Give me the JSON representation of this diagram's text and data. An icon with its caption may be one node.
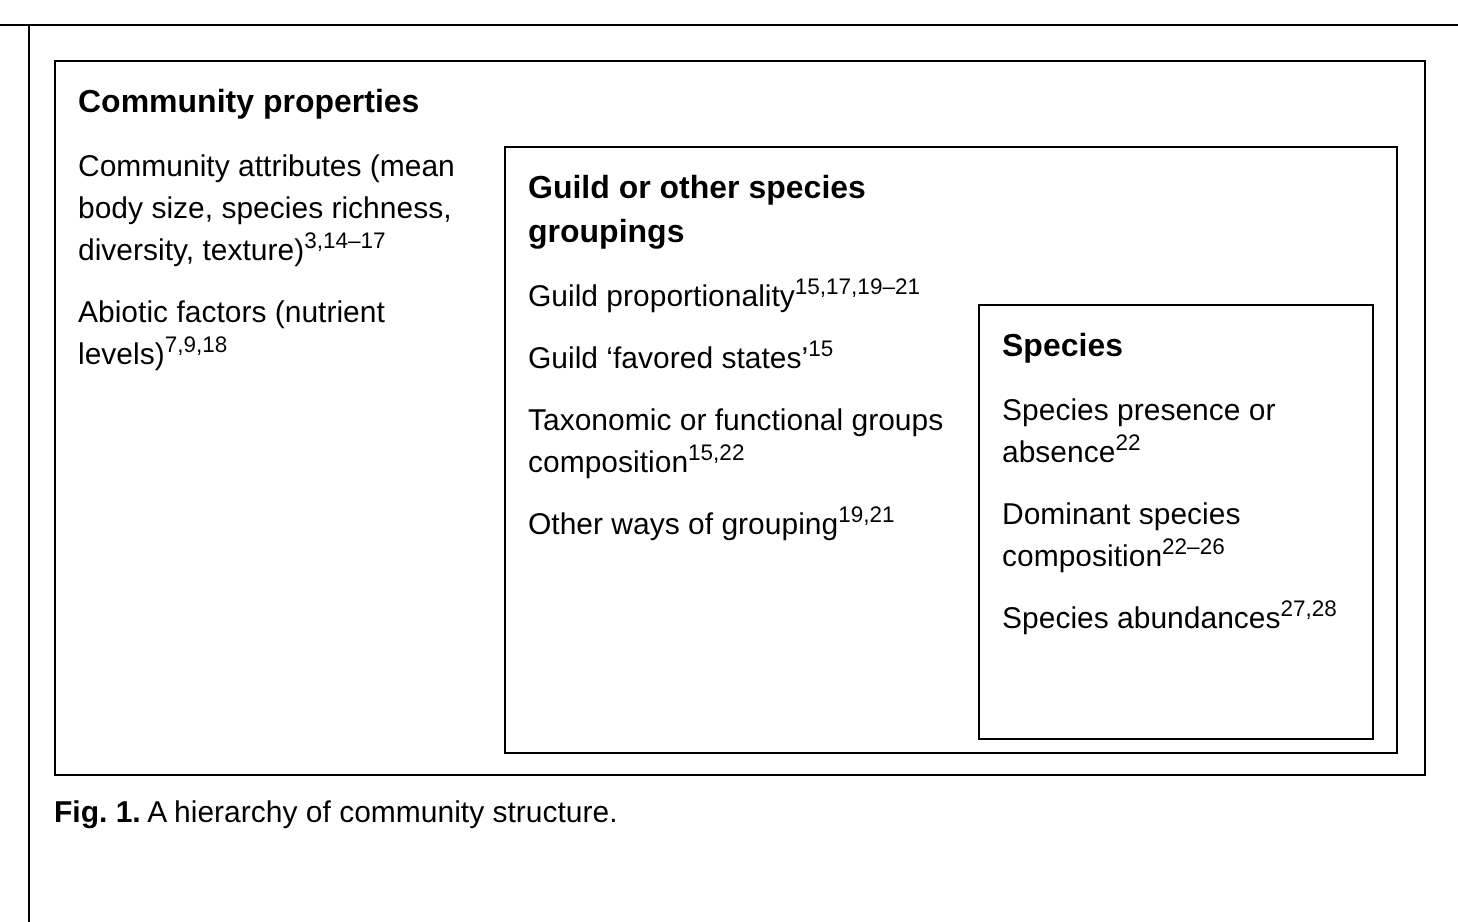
{
  "diagram": {
    "caption": "**Fig. 1.** A hierarchy of community structure.",
    "nodes": [
      {
        "text": [
          "Community properties",
          "Community attributes (mean body size, species richness, diversity, texture)$^{3,14–17}$",
          "Abiotic factors (nutrient levels)$^{7,9,18}$"
        ]
      },
      {
        "text": [
          "Guild or other species groupings",
          "Guild proportionality$^{15,17,19–21}$",
          "Guild ‘favored states’$^{15}$",
          "Taxonomic or functional groups composition$^{15,22}$",
          "Other ways of grouping$^{19,21}$"
        ],
        "in": 0
      },
      {
        "text": [
          "Species",
          "Species presence or absence$^{22}$",
          "Dominant species composition$^{22–26}$",
          "Species abundances$^{27,28}$"
        ],
        "in": 1
      }
    ]
  }
}
